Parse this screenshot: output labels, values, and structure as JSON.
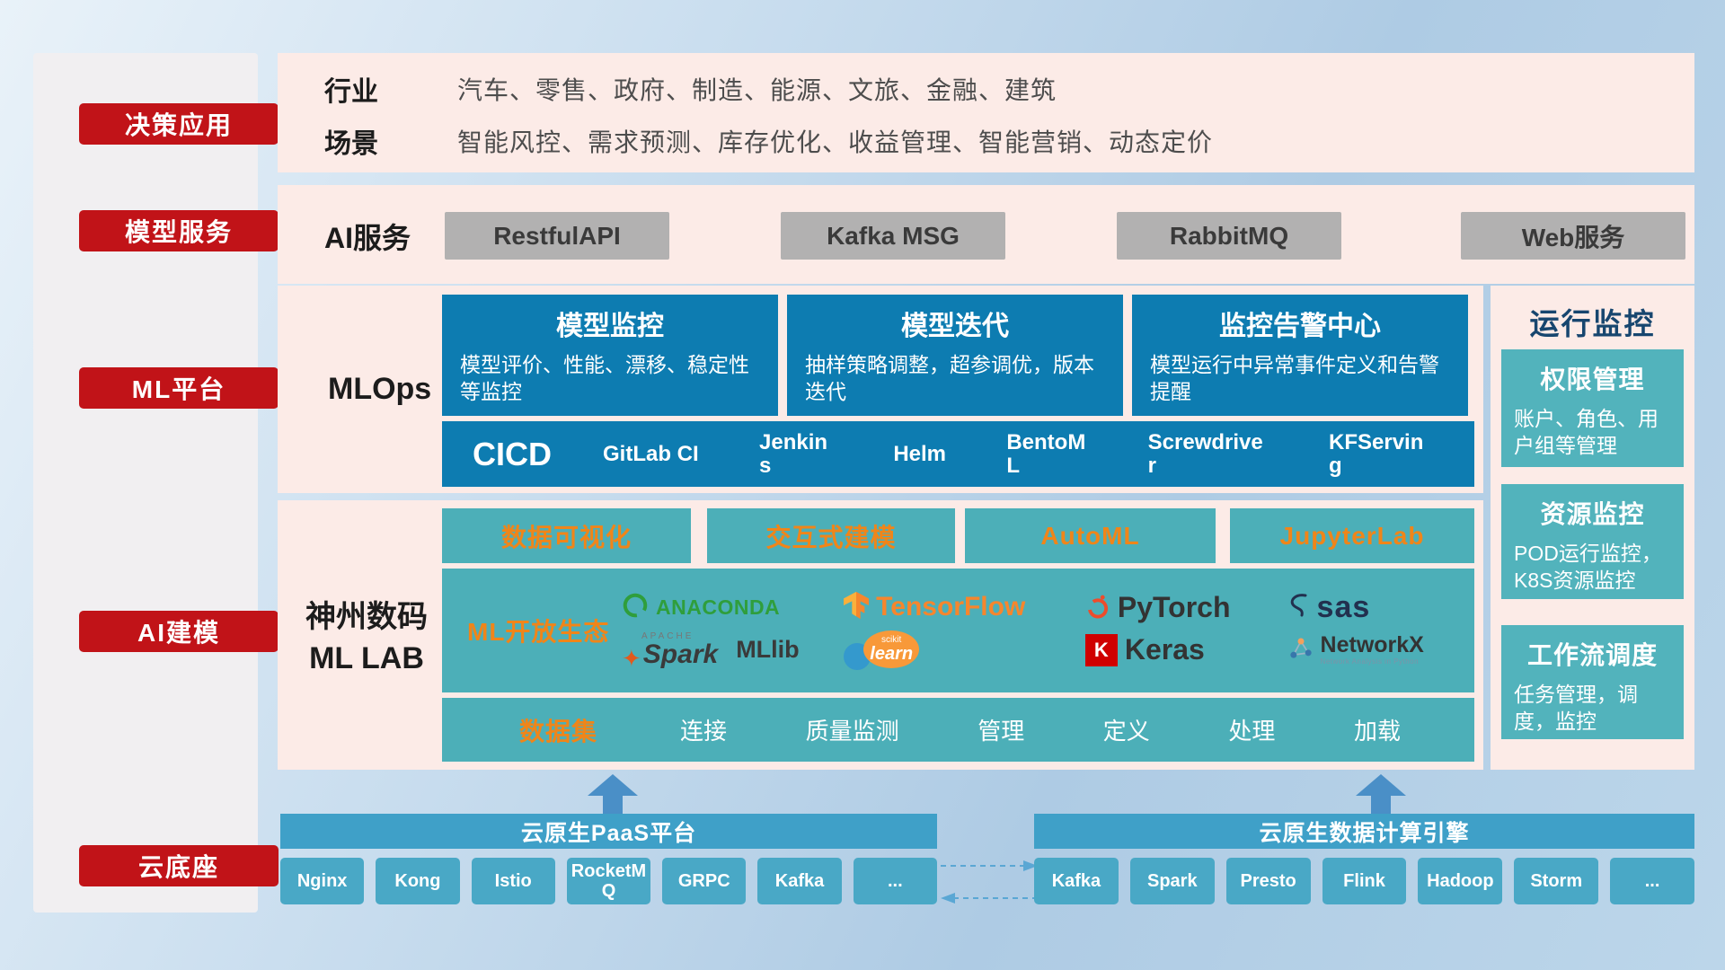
{
  "sidebar": {
    "items": [
      {
        "label": "决策应用"
      },
      {
        "label": "模型服务"
      },
      {
        "label": "ML平台"
      },
      {
        "label": "AI建模"
      },
      {
        "label": "云底座"
      }
    ]
  },
  "industry": {
    "row1_label": "行业",
    "row1_text": "汽车、零售、政府、制造、能源、文旅、金融、建筑",
    "row2_label": "场景",
    "row2_text": "智能风控、需求预测、库存优化、收益管理、智能营销、动态定价"
  },
  "ai_service": {
    "label": "AI服务",
    "buttons": [
      "RestfulAPI",
      "Kafka MSG",
      "RabbitMQ",
      "Web服务"
    ]
  },
  "mlops": {
    "label": "MLOps",
    "cards": [
      {
        "title": "模型监控",
        "desc": "模型评价、性能、漂移、稳定性等监控"
      },
      {
        "title": "模型迭代",
        "desc": "抽样策略调整，超参调优，版本迭代"
      },
      {
        "title": "监控告警中心",
        "desc": "模型运行中异常事件定义和告警提醒"
      }
    ],
    "cicd_label": "CICD",
    "cicd_items": [
      "GitLab CI",
      "Jenkins",
      "Helm",
      "BentoML",
      "Screwdriver",
      "KFServing"
    ]
  },
  "mllab": {
    "label_line1": "神州数码",
    "label_line2": "ML LAB",
    "top_row": [
      "数据可视化",
      "交互式建模",
      "AutoML",
      "JupyterLab"
    ],
    "eco_label": "ML开放生态",
    "logos": {
      "anaconda": "ANACONDA",
      "tensorflow": "TensorFlow",
      "pytorch": "PyTorch",
      "sas": "sas",
      "apache": "APACHE",
      "spark": "Spark",
      "mllib": "MLlib",
      "scikit_small": "scikit",
      "scikit_learn": "learn",
      "keras_k": "K",
      "keras": "Keras",
      "networkx": "NetworkX",
      "networkx_sub": "Network Analysis in Python"
    },
    "dataset_label": "数据集",
    "dataset_items": [
      "连接",
      "质量监测",
      "管理",
      "定义",
      "处理",
      "加载"
    ]
  },
  "monitor": {
    "title": "运行监控",
    "cards": [
      {
        "title": "权限管理",
        "desc": "账户、角色、用户组等管理"
      },
      {
        "title": "资源监控",
        "desc": "POD运行监控，K8S资源监控"
      },
      {
        "title": "工作流调度",
        "desc": "任务管理，调度，监控"
      }
    ]
  },
  "bottom": {
    "paas_title": "云原生PaaS平台",
    "paas_items": [
      "Nginx",
      "Kong",
      "Istio",
      "RocketMQ",
      "GRPC",
      "Kafka",
      "..."
    ],
    "engine_title": "云原生数据计算引擎",
    "engine_items": [
      "Kafka",
      "Spark",
      "Presto",
      "Flink",
      "Hadoop",
      "Storm",
      "..."
    ]
  },
  "colors": {
    "red": "#c11318",
    "teal": "#4cafb8",
    "blue": "#0d7cb1",
    "orange": "#f08519",
    "bar_blue": "#3fa0c8",
    "pink": "#fcebe7"
  }
}
